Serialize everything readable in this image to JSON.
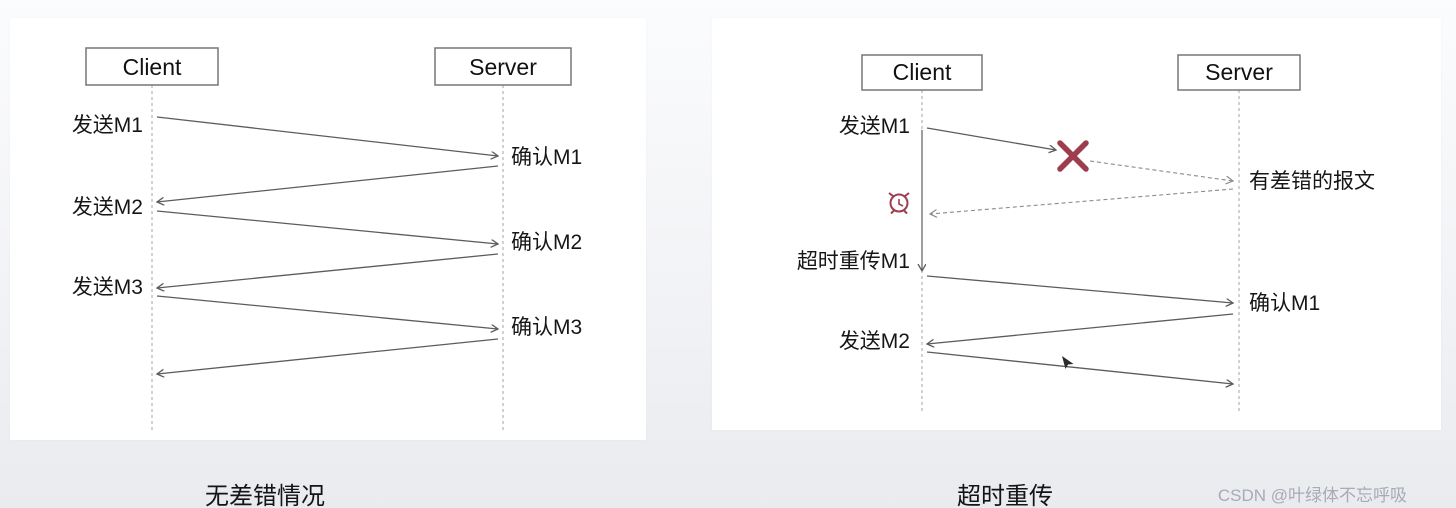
{
  "left_diagram": {
    "caption": "无差错情况",
    "client_label": "Client",
    "server_label": "Server",
    "sends": [
      "发送M1",
      "发送M2",
      "发送M3"
    ],
    "acks": [
      "确认M1",
      "确认M2",
      "确认M3"
    ]
  },
  "right_diagram": {
    "caption": "超时重传",
    "client_label": "Client",
    "server_label": "Server",
    "send_m1_label": "发送M1",
    "error_packet_label": "有差错的报文",
    "timeout_retransmit_label": "超时重传M1",
    "ack_m1_label": "确认M1",
    "send_m2_label": "发送M2",
    "cross_color": "#9e3d4d",
    "icon_color": "#9e3d4d",
    "icons": {
      "timeout": "alarm-clock-icon",
      "loss": "cross-icon",
      "pointer": "mouse-cursor-icon"
    }
  },
  "watermark": "CSDN @叶绿体不忘呼吸"
}
